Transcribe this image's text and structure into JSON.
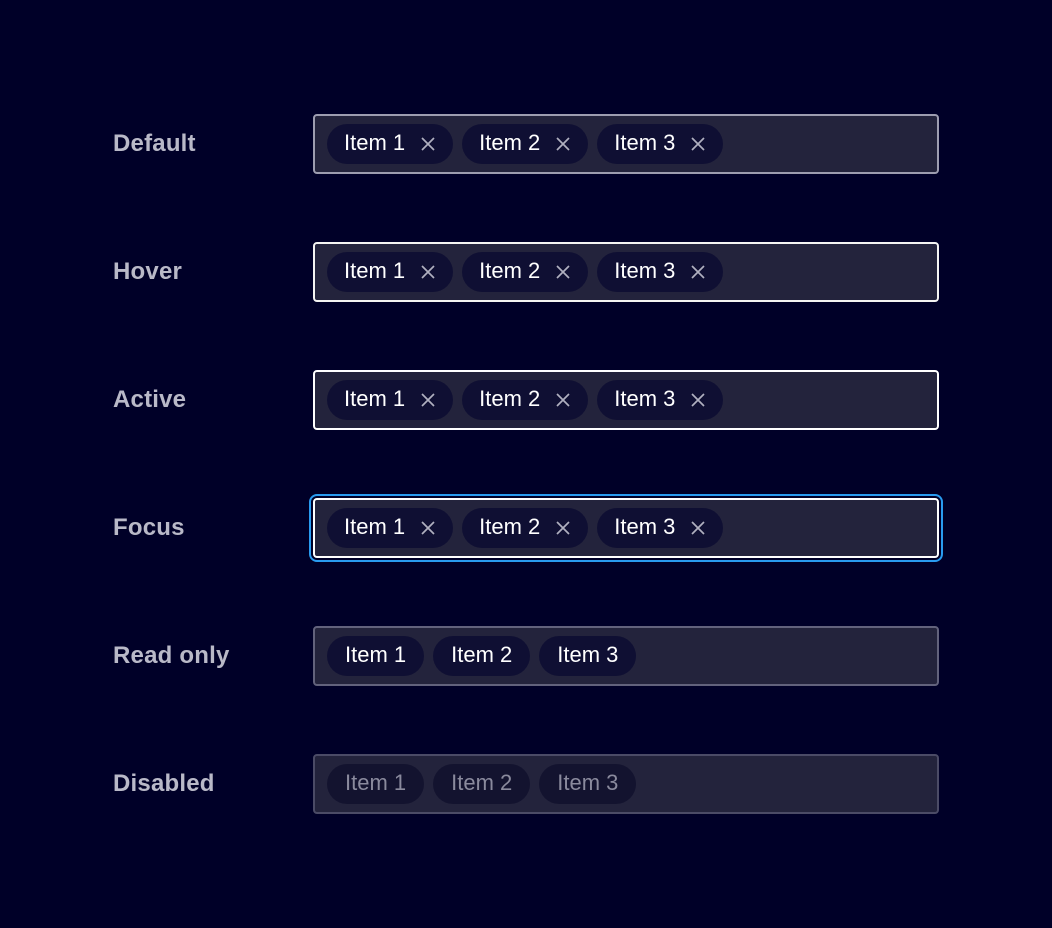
{
  "component": "multiselect-input-states",
  "items": [
    "Item 1",
    "Item 2",
    "Item 3"
  ],
  "rows": [
    {
      "label": "Default",
      "state": "default",
      "removable": true
    },
    {
      "label": "Hover",
      "state": "hover",
      "removable": true
    },
    {
      "label": "Active",
      "state": "active",
      "removable": true
    },
    {
      "label": "Focus",
      "state": "focus",
      "removable": true
    },
    {
      "label": "Read only",
      "state": "readonly",
      "removable": false
    },
    {
      "label": "Disabled",
      "state": "disabled",
      "removable": false
    }
  ],
  "colors": {
    "background": "#000028",
    "field_background": "#23233C",
    "border_default": "#9D9DB0",
    "border_hover": "#F4F4F2",
    "border_active": "#FFFFFF",
    "border_focus_inner": "#FFFFFF",
    "focus_ring": "#299BF0",
    "border_readonly": "#62627C",
    "border_disabled": "#4B4B66",
    "chip_background": "#0F0F33",
    "chip_text": "#FFFFFF",
    "chip_text_disabled": "#8A8A9D",
    "label_text": "#B9B9C8",
    "close_icon": "#B0B0C0"
  }
}
